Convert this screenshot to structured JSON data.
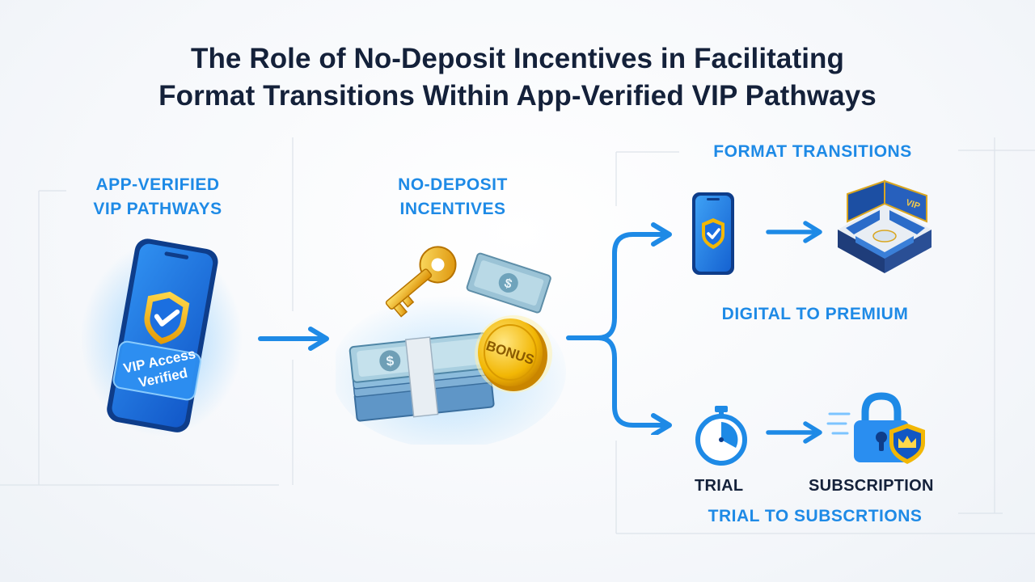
{
  "title": {
    "line1": "The Role of No-Deposit Incentives in Facilitating",
    "line2": "Format Transitions Within App-Verified VIP Pathways"
  },
  "left_section": {
    "heading_line1": "APP-VERIFIED",
    "heading_line2": "VIP PATHWAYS",
    "phone_badge_line1": "VIP Access",
    "phone_badge_line2": "Verified",
    "icon": "shield-check-phone-icon"
  },
  "middle_section": {
    "heading_line1": "NO-DEPOSIT",
    "heading_line2": "INCENTIVES",
    "coin_label": "BONUS",
    "icons": [
      "golden-key-icon",
      "cash-stack-icon",
      "bonus-coin-icon"
    ]
  },
  "right_section": {
    "heading": "FORMAT TRANSITIONS",
    "top_row": {
      "caption": "DIGITAL TO PREMIUM",
      "from_icon": "smartphone-shield-icon",
      "to_icon": "vip-lounge-icon",
      "lounge_sign": "VIP"
    },
    "bottom_row": {
      "from_label": "TRIAL",
      "to_label": "SUBSCRIPTION",
      "caption": "TRIAL TO SUBSCRTIONS",
      "from_icon": "stopwatch-icon",
      "to_icon": "padlock-crown-icon"
    }
  },
  "colors": {
    "accent_blue": "#1e8ae6",
    "title_navy": "#14213a",
    "gold": "#f2b705"
  }
}
